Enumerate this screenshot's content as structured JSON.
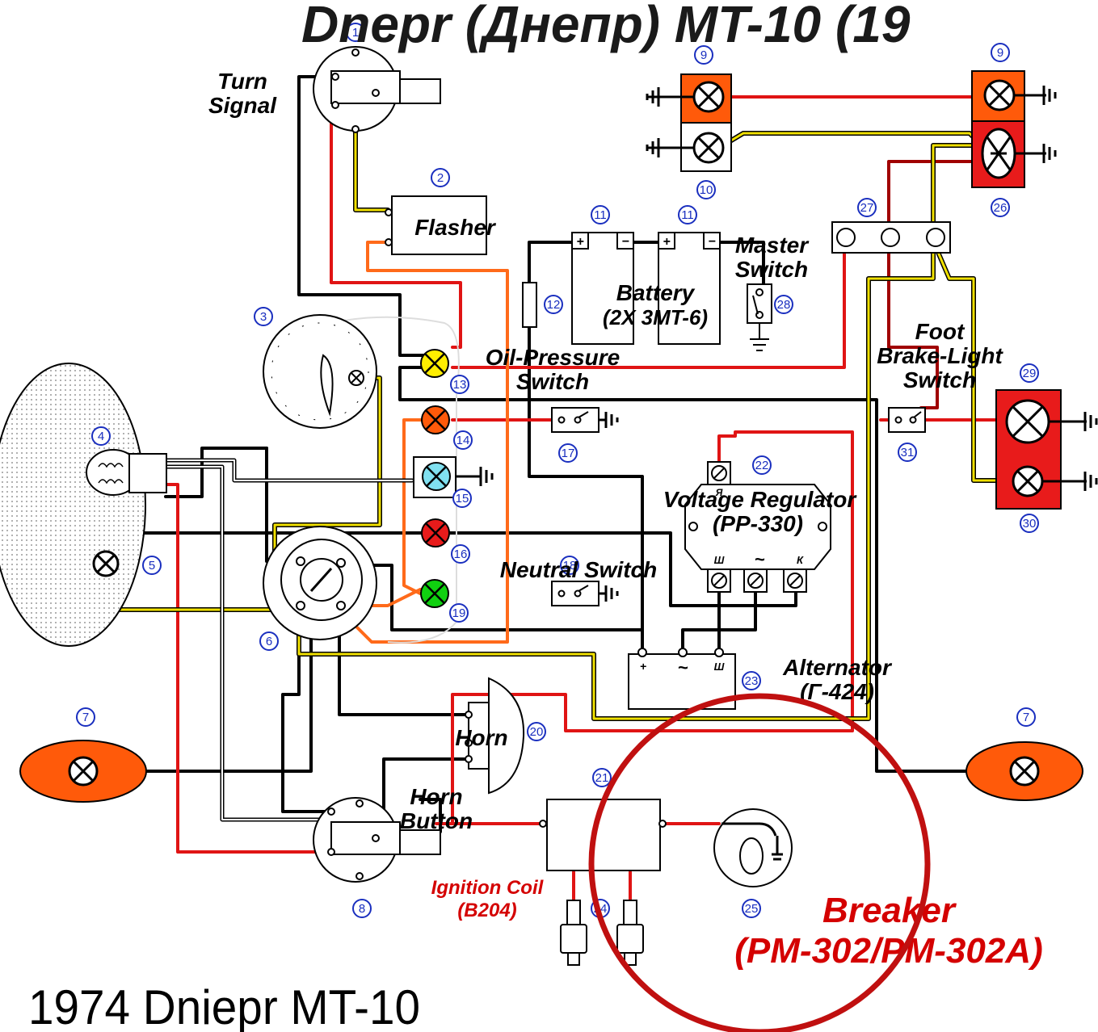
{
  "title": "Dnepr (Днепр) MT-10 (19",
  "caption": "1974 Dniepr MT-10",
  "components": {
    "turn_signal": "Turn Signal",
    "flasher": "Flasher",
    "battery": "Battery",
    "battery_model": "(2X 3MT-6)",
    "master_switch": "Master Switch",
    "oil_pressure": "Oil-Pressure Switch",
    "foot_brake": "Foot Brake-Light Switch",
    "voltage_regulator": "Voltage Regulator",
    "voltage_regulator_model": "(PP-330)",
    "neutral_switch": "Neutral Switch",
    "alternator": "Alternator",
    "alternator_model": "(Г-424)",
    "horn": "Horn",
    "horn_button": "Horn Button",
    "ignition_coil": "Ignition Coil",
    "ignition_coil_model": "(B204)",
    "breaker": "Breaker",
    "breaker_model": "(PM-302/PM-302A)"
  },
  "terminals": {
    "plus": "+",
    "minus": "−",
    "tilde": "~",
    "sh": "Ш",
    "k": "К",
    "ya": "Я"
  },
  "numbers": {
    "n1": "1",
    "n2": "2",
    "n3": "3",
    "n4": "4",
    "n5": "5",
    "n6": "6",
    "n7": "7",
    "n8": "8",
    "n9": "9",
    "n10": "10",
    "n11": "11",
    "n12": "12",
    "n13": "13",
    "n14": "14",
    "n15": "15",
    "n16": "16",
    "n17": "17",
    "n18": "18",
    "n19": "19",
    "n20": "20",
    "n21": "21",
    "n22": "22",
    "n23": "23",
    "n24": "24",
    "n25": "25",
    "n26": "26",
    "n27": "27",
    "n28": "28",
    "n29": "29",
    "n30": "30",
    "n31": "31"
  },
  "colors": {
    "wire_black": "#000000",
    "wire_red": "#e01414",
    "wire_darkred": "#a00000",
    "wire_orange": "#ff6a1a",
    "wire_yellow": "#f0e000",
    "lamp_orange": "#ff5a0a",
    "lamp_red": "#e81b1b",
    "lamp_yellow": "#ffee00",
    "lamp_cyan": "#80e0f0",
    "lamp_green": "#10d010",
    "circle_highlight": "#c01010",
    "number_blue": "#1a2fbf"
  }
}
